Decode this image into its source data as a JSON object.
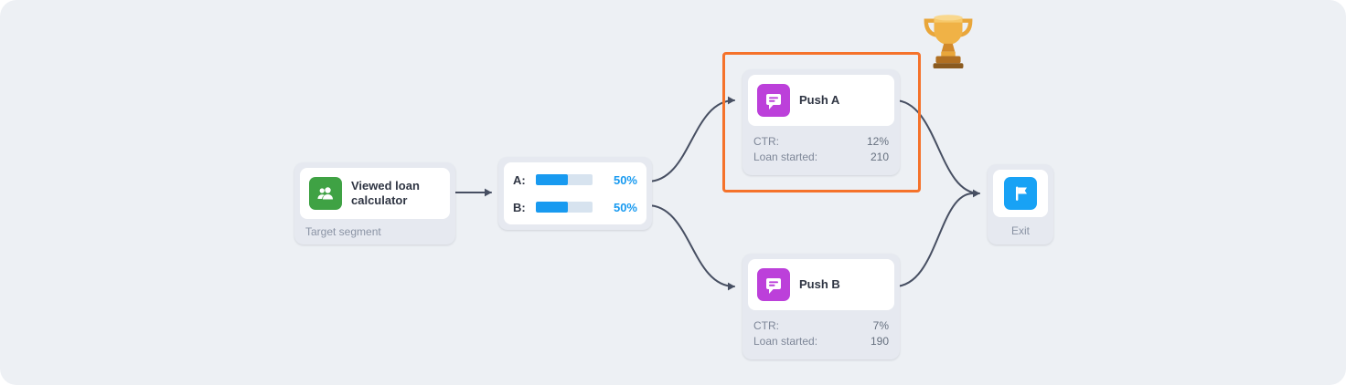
{
  "segment": {
    "title": "Viewed loan calculator",
    "caption": "Target segment"
  },
  "split": {
    "rows": [
      {
        "label": "A:",
        "percent": "50%",
        "fill": "57%"
      },
      {
        "label": "B:",
        "percent": "50%",
        "fill": "57%"
      }
    ]
  },
  "push_a": {
    "title": "Push A",
    "winner": true,
    "stats": [
      {
        "label": "CTR:",
        "value": "12%"
      },
      {
        "label": "Loan started:",
        "value": "210"
      }
    ]
  },
  "push_b": {
    "title": "Push B",
    "winner": false,
    "stats": [
      {
        "label": "CTR:",
        "value": "7%"
      },
      {
        "label": "Loan started:",
        "value": "190"
      }
    ]
  },
  "exit": {
    "label": "Exit"
  },
  "colors": {
    "canvas_background": "#edf0f4",
    "card_background": "#e6e9f0",
    "segment_icon": "#3fa244",
    "push_icon": "#bc40da",
    "exit_icon": "#18a2f5",
    "progress_fill": "#189af0",
    "progress_track": "#d7e3ef",
    "winner_border": "#f5722a",
    "edge": "#474f62",
    "text_dark": "#2f3543",
    "text_muted": "#8a93a4"
  }
}
